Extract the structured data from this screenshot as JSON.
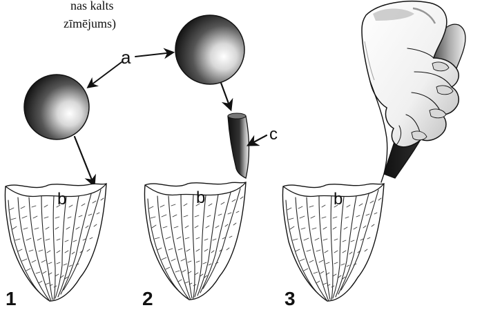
{
  "caption": {
    "line1": "nas kalts",
    "line2": "zīmējums)"
  },
  "labels": {
    "a": "a",
    "b": "b",
    "c": "c"
  },
  "steps": [
    "1",
    "2",
    "3"
  ],
  "colors": {
    "ink": "#111111",
    "paper": "#ffffff"
  },
  "icons": {
    "hammerstone": "hammerstone-sphere",
    "punch": "punch-tool",
    "core": "stone-core",
    "hand": "hand-gripping-punch"
  }
}
